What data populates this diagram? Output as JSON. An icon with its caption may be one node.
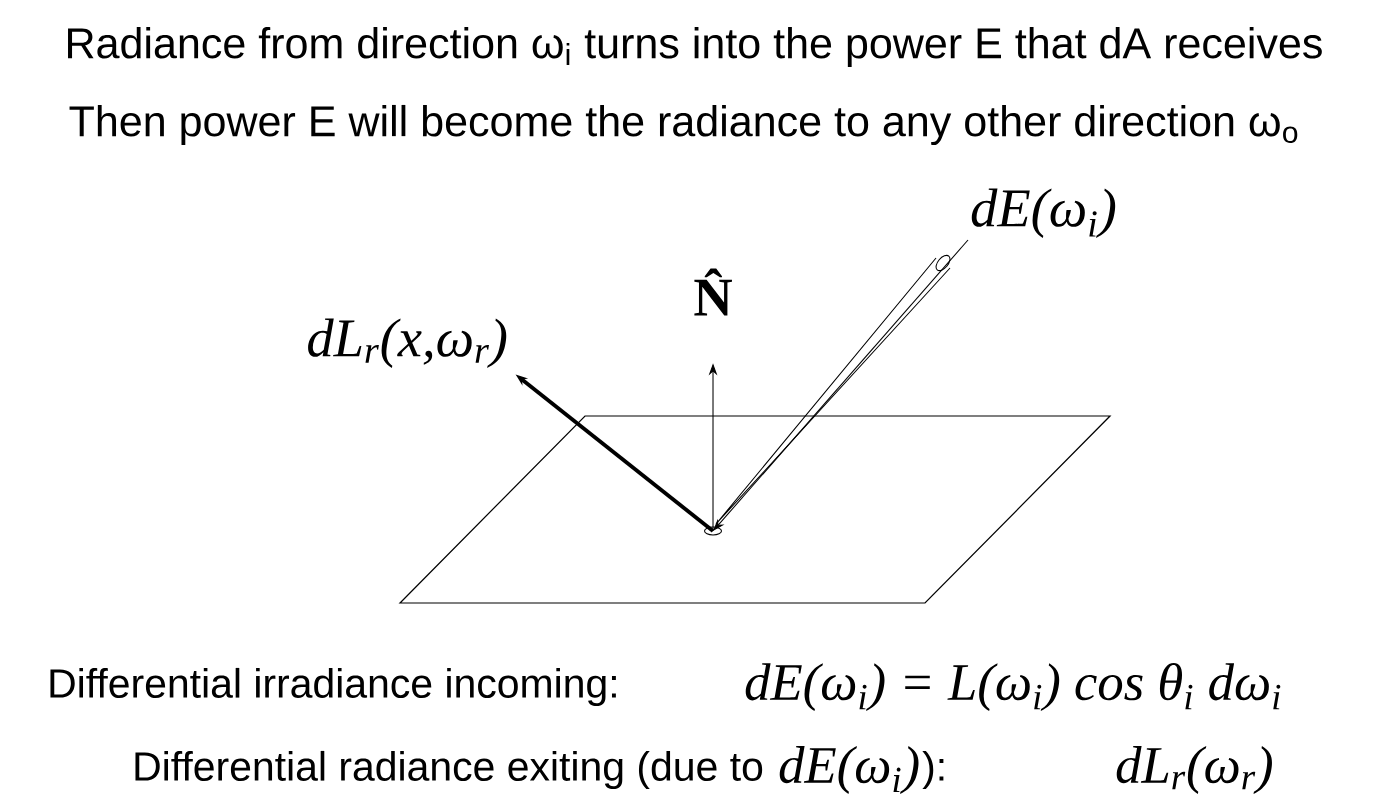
{
  "diagram": {
    "nodes": [
      {
        "text": [
          "dE(ω$_{i}$)"
        ]
      },
      {
        "text": [
          "N̂"
        ]
      },
      {
        "text": [
          "dL$_{r}$(x,ω$_{r}$)"
        ]
      },
      {
        "text": [],
        "shape": "circle"
      }
    ],
    "edges": [
      {
        "from": 3,
        "to": 1,
        "arrow": "to"
      },
      {
        "from": 3,
        "to": 2,
        "arrow": "to",
        "style": "thick"
      },
      {
        "from": 0,
        "to": 3,
        "arrow": "to"
      }
    ],
    "labels": [
      "Radiance from direction ω$_{i}$ turns into the power E that dA receives",
      "Then power E will become the radiance to any other direction ω$_{o}$",
      "Differential irradiance incoming:",
      "dE(ω$_{i}$) = L(ω$_{i}$) cos θ$_{i}$ dω$_{i}$",
      "Differential radiance exiting (due to",
      "dE(ω$_{i}$)",
      "):",
      "dL$_{r}$(ω$_{r}$)"
    ]
  }
}
